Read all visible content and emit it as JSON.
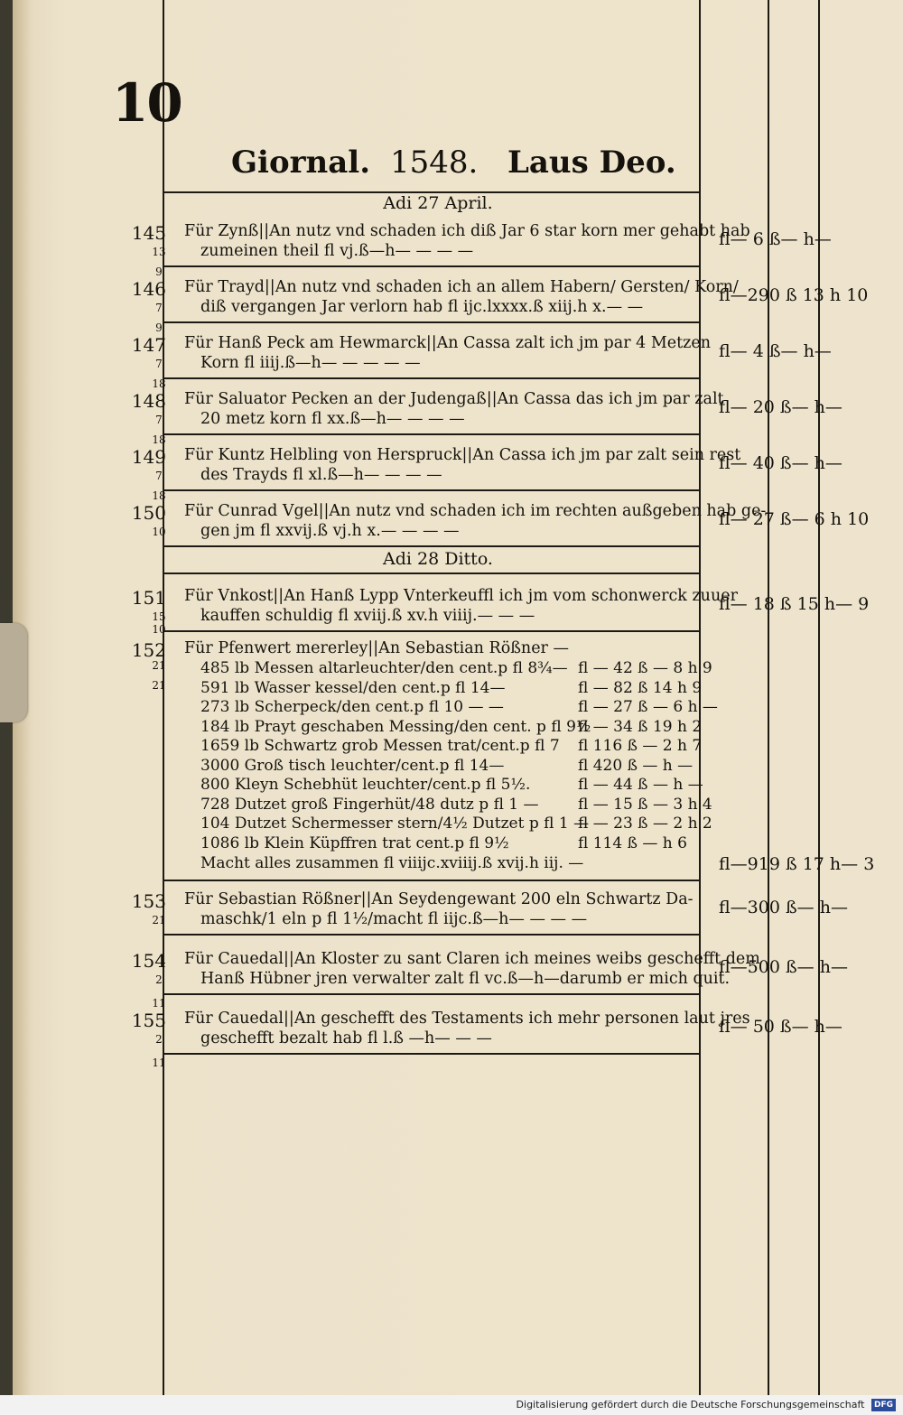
{
  "header": {
    "folio": "10",
    "title_left": "Giornal.",
    "year": "1548.",
    "title_right": "Laus Deo."
  },
  "dates": [
    "Adi 27 April.",
    "Adi 28 Ditto."
  ],
  "entries": [
    {
      "num": "145",
      "ref_top": "",
      "ref_bottom": "13",
      "line1": "Für Zynß||An nutz vnd schaden ich diß Jar 6 star korn mer gehabt hab",
      "line2": "zumeinen theil fl vj.ß—h— — — —",
      "amount": "fl— 6 ß— h—"
    },
    {
      "num": "146",
      "ref_top": "9",
      "ref_bottom": "7",
      "line1": "Für Trayd||An nutz vnd schaden ich an allem Habern/ Gersten/ Korn/",
      "line2": "diß vergangen Jar verlorn hab fl ijc.lxxxx.ß xiij.h x.— —",
      "amount": "fl—290 ß 13 h 10"
    },
    {
      "num": "147",
      "ref_top": "9",
      "ref_bottom": "7",
      "line1": "Für Hanß Peck am Hewmarck||An Cassa zalt ich jm par 4 Metzen",
      "line2": "Korn fl iiij.ß—h— — — — —",
      "amount": "fl— 4 ß— h—"
    },
    {
      "num": "148",
      "ref_top": "18",
      "ref_bottom": "7",
      "line1": "Für Saluator Pecken an der Judengaß||An Cassa das ich jm par zalt",
      "line2": "20 metz korn fl xx.ß—h— — — —",
      "amount": "fl— 20 ß— h—"
    },
    {
      "num": "149",
      "ref_top": "18",
      "ref_bottom": "7",
      "line1": "Für Kuntz Helbling von Herspruck||An Cassa ich jm par zalt sein rest",
      "line2": "des Trayds fl xl.ß—h— — — —",
      "amount": "fl— 40 ß— h—"
    },
    {
      "num": "150",
      "ref_top": "18",
      "ref_bottom": "10",
      "line1": "Für Cunrad Vgel||An nutz vnd schaden ich im rechten außgeben hab ge-",
      "line2": "gen jm fl xxvij.ß vj.h x.— — — —",
      "amount": "fl— 27 ß— 6 h 10"
    },
    {
      "num": "151",
      "ref_top": "",
      "ref_bottom": "15",
      "line1": "Für Vnkost||An Hanß Lypp Vnterkeuffl ich jm vom schonwerck zuuer",
      "line2": "kauffen schuldig fl xviij.ß xv.h viiij.— — —",
      "amount": "fl— 18 ß 15 h— 9"
    }
  ],
  "entry152": {
    "num": "152",
    "ref_top": "10",
    "ref_mid": "21",
    "ref_bottom": "21",
    "header": "Für Pfenwert mererley||An Sebastian Rößner —",
    "items": [
      {
        "desc": "485 lb Messen altarleuchter/den cent.p fl 8¾—",
        "amt": "fl — 42 ß — 8 h 9"
      },
      {
        "desc": "591 lb Wasser kessel/den cent.p fl 14—",
        "amt": "fl — 82 ß 14 h 9"
      },
      {
        "desc": "273 lb Scherpeck/den cent.p fl 10 — —",
        "amt": "fl — 27 ß — 6 h —"
      },
      {
        "desc": "184 lb Prayt geschaben Messing/den cent. p fl 9½",
        "amt": "fl — 34 ß 19 h 2"
      },
      {
        "desc": "1659 lb Schwartz grob Messen trat/cent.p fl 7",
        "amt": "fl 116 ß — 2 h 7"
      },
      {
        "desc": "3000 Groß tisch leuchter/cent.p fl 14—",
        "amt": "fl 420 ß — h —"
      },
      {
        "desc": "800 Kleyn Schebhüt leuchter/cent.p fl 5½.",
        "amt": "fl — 44 ß — h —"
      },
      {
        "desc": "728 Dutzet groß Fingerhüt/48 dutz p fl 1 —",
        "amt": "fl — 15 ß — 3 h 4"
      },
      {
        "desc": "104 Dutzet Schermesser stern/4½ Dutzet p fl 1 —",
        "amt": "fl — 23 ß — 2 h 2"
      },
      {
        "desc": "1086 lb Klein Küpffren trat cent.p fl 9½",
        "amt": "fl 114 ß — h 6"
      }
    ],
    "total": "Macht alles zusammen fl viiijc.xviiij.ß xvij.h iij. —",
    "amount": "fl—919 ß 17 h— 3"
  },
  "entries_b": [
    {
      "num": "153",
      "ref_top": "",
      "ref_bottom": "21",
      "line1": "Für Sebastian Rößner||An Seydengewant 200 eln Schwartz Da-",
      "line2": "maschk/1 eln p fl 1½/macht fl iijc.ß—h— — — —",
      "amount": "fl—300 ß— h—"
    },
    {
      "num": "154",
      "ref_top": "",
      "ref_bottom": "2",
      "line1": "Für Cauedal||An Kloster zu sant Claren ich meines weibs geschefft dem",
      "line2": "Hanß Hübner jren verwalter zalt fl vc.ß—h—darumb er mich quit.",
      "amount": "fl—500 ß— h—"
    },
    {
      "num": "155",
      "ref_top": "11",
      "ref_bottom": "2",
      "line1": "Für Cauedal||An geschefft des Testaments ich mehr personen laut jres",
      "line2": "geschefft bezalt hab fl l.ß —h— — —",
      "amount": "fl— 50 ß— h—"
    }
  ],
  "last_ref": "11",
  "footer": {
    "text": "Digitalisierung gefördert durch die Deutsche Forschungsgemeinschaft",
    "logo": "DFG"
  }
}
